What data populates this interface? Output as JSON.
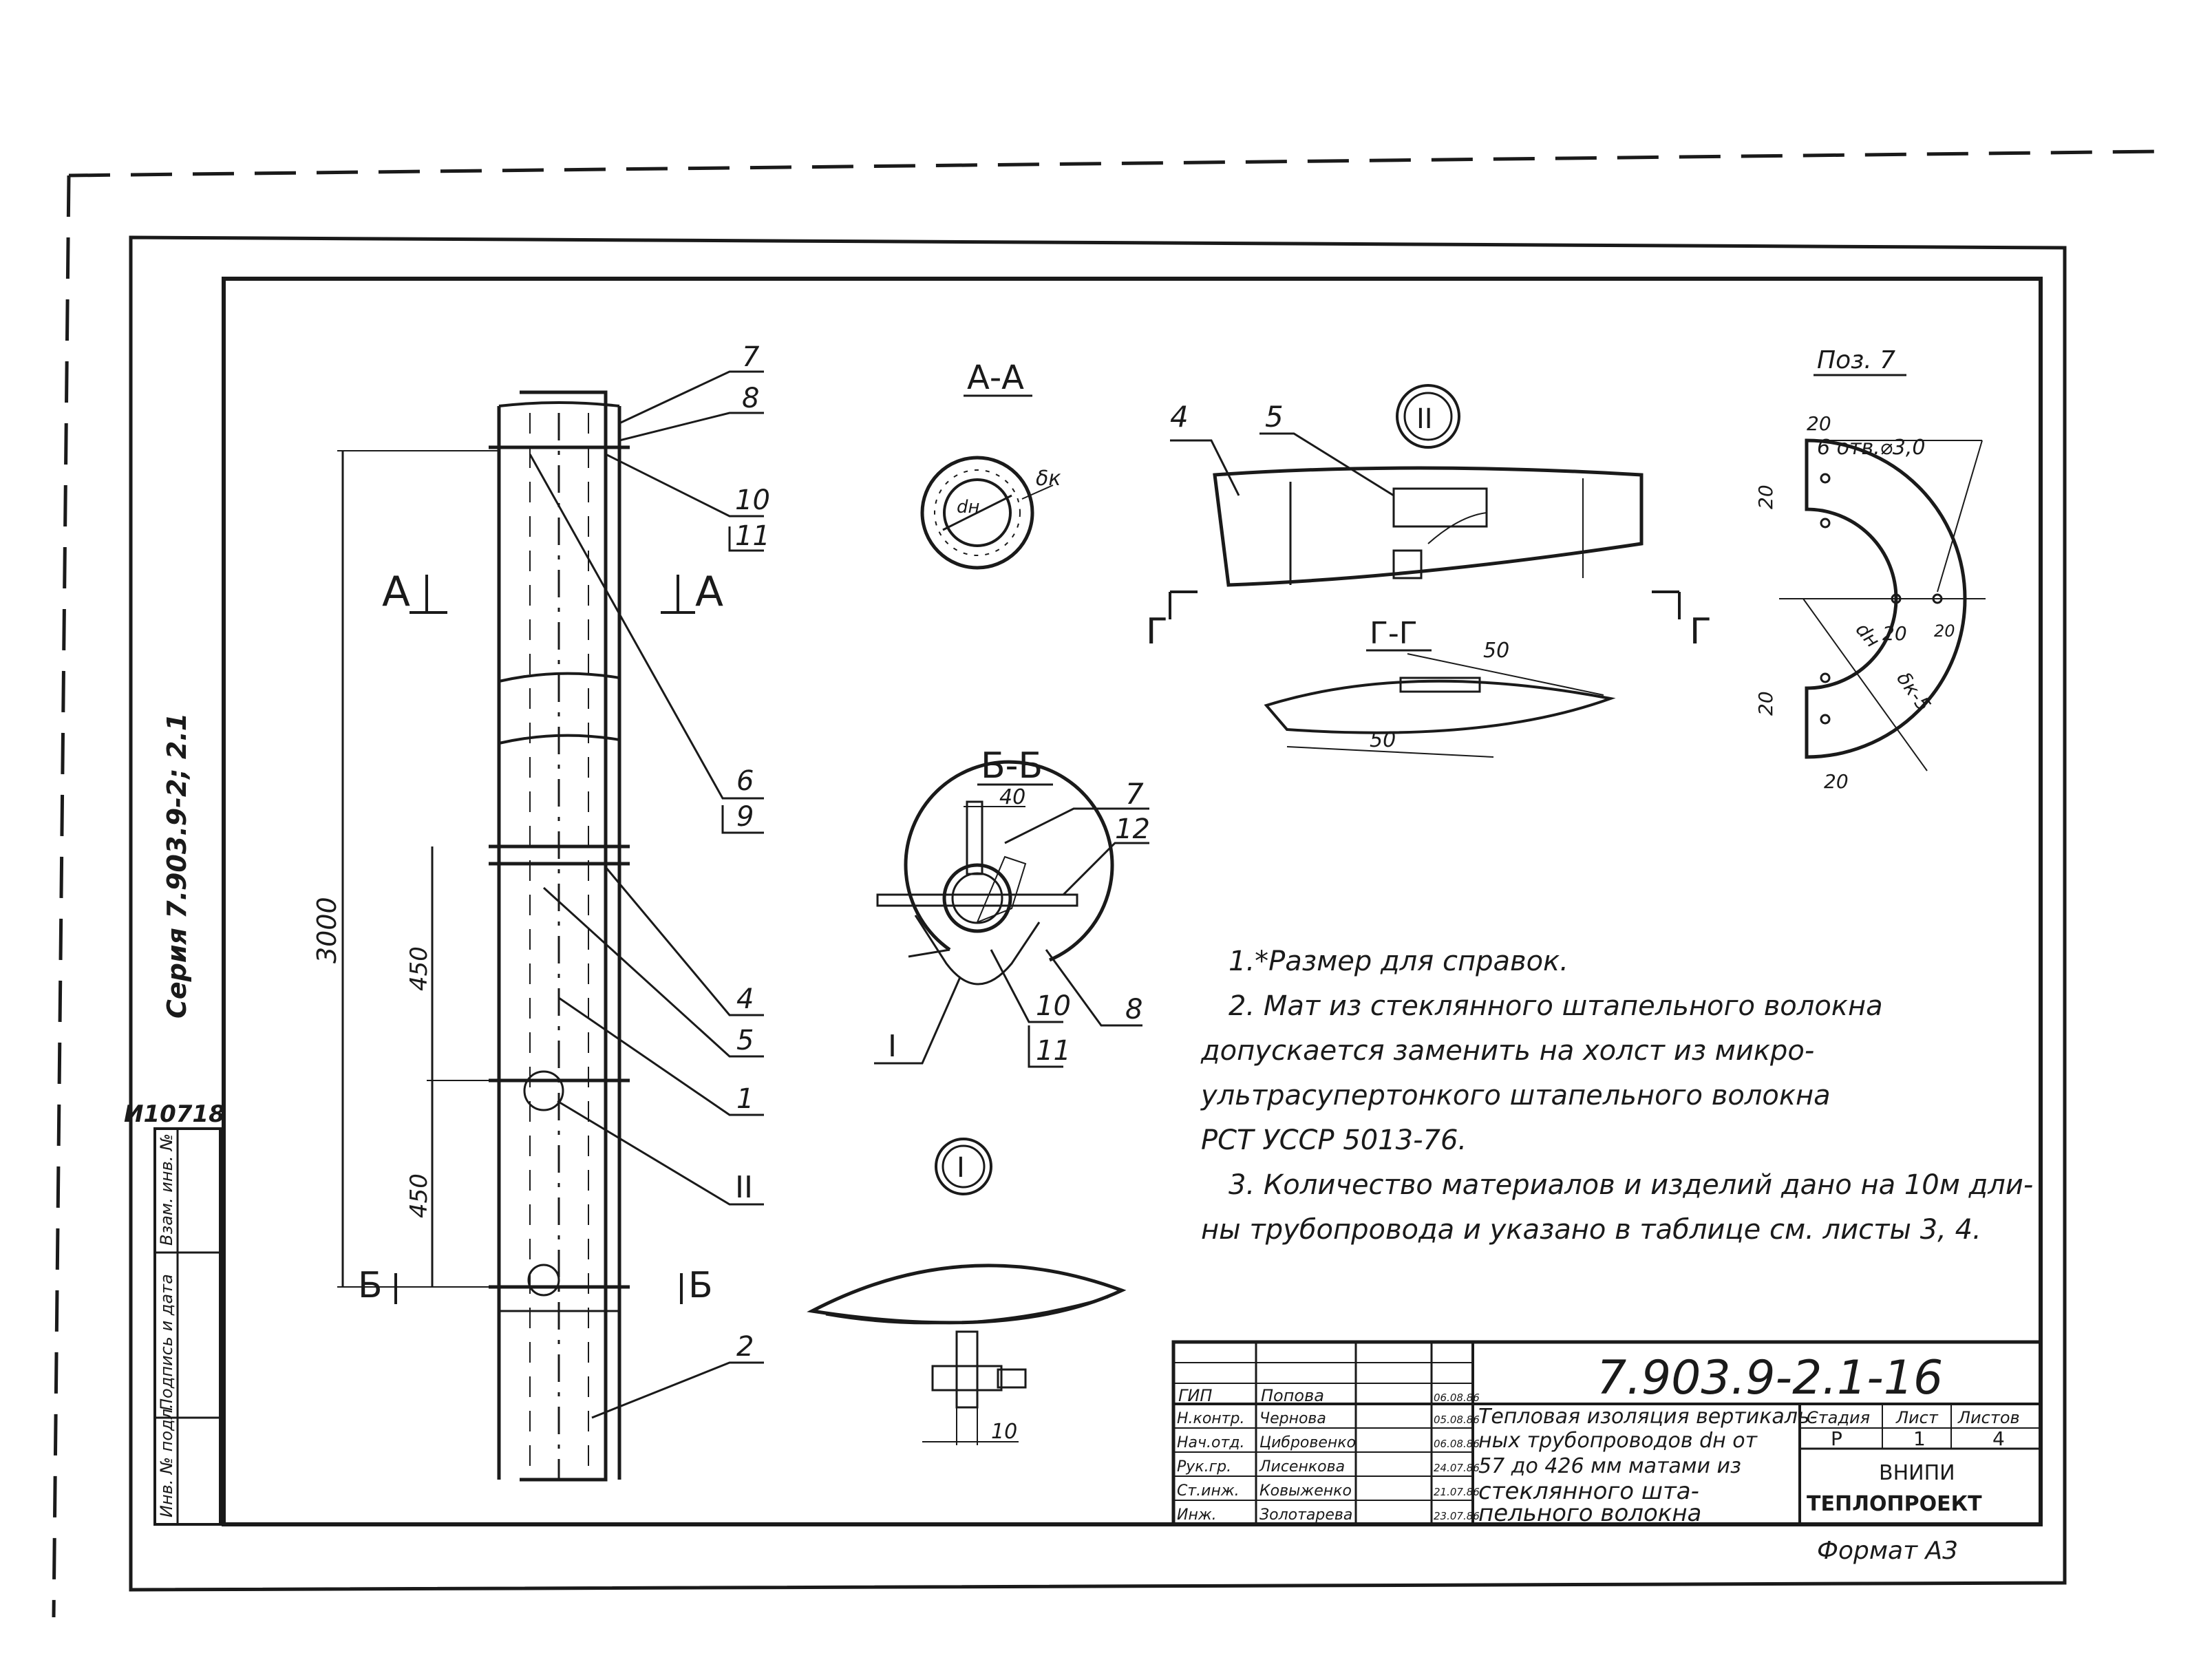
{
  "series_label": "Серия 7.903.9-2; 2.1",
  "archive_no": "И10718",
  "pos_label": "Поз. 7",
  "sections": {
    "aa": "А-А",
    "bb": "Б-Б",
    "gg": "Г-Г",
    "node1": "I",
    "node2": "II",
    "cut_a": "А",
    "cut_b": "Б",
    "cut_g": "Г"
  },
  "callouts": [
    "7",
    "8",
    "10",
    "11",
    "6",
    "9",
    "4",
    "5",
    "1",
    "II",
    "2",
    "7",
    "12",
    "10",
    "11",
    "8",
    "I",
    "4",
    "5"
  ],
  "dims": {
    "total": "3000",
    "span1": "450",
    "span2": "450",
    "d50": "50",
    "d50b": "50",
    "d40": "40",
    "d10": "10",
    "d20a": "20",
    "d20b": "20",
    "d20c": "20",
    "d20d": "20",
    "d20e": "20",
    "d20f": "20",
    "holes": "6 отв.⌀3,0",
    "dn": "dн",
    "dk5": "δк-5",
    "dk": "δк",
    "dnaa": "dн"
  },
  "notes": [
    "1.*Размер для справок.",
    "2. Мат из стеклянного штапельного волокна",
    "допускается заменить на холст из микро-",
    "ультрасупертонкого штапельного волокна",
    "РСТ УССР 5013-76.",
    "3. Количество материалов и изделий дано на 10м дли-",
    "ны трубопровода и указано в таблице см. листы 3, 4."
  ],
  "side_stamp": [
    "Инв. № подл.",
    "Подпись и дата",
    "Взам. инв. №"
  ],
  "title_block": {
    "doc_code": "7.903.9-2.1-16",
    "title_lines": [
      "Тепловая изоляция вертикаль-",
      "ных трубопроводов dн от",
      "57 до 426 мм матами из",
      "стеклянного шта-",
      "пельного волокна"
    ],
    "stage_header": "Стадия",
    "sheet_header": "Лист",
    "sheets_header": "Листов",
    "stage": "Р",
    "sheet": "1",
    "sheets": "4",
    "org1": "ВНИПИ",
    "org2": "ТЕПЛОПРОЕКТ",
    "format": "Формат А3",
    "people": [
      {
        "role": "ГИП",
        "name": "Попова",
        "date": "06.08.86"
      },
      {
        "role": "Н.контр.",
        "name": "Чернова",
        "date": "05.08.86"
      },
      {
        "role": "Нач.отд.",
        "name": "Цибровенко",
        "date": "06.08.86"
      },
      {
        "role": "Рук.гр.",
        "name": "Лисенкова",
        "date": "24.07.86"
      },
      {
        "role": "Ст.инж.",
        "name": "Ковыженко",
        "date": "21.07.86"
      },
      {
        "role": "Инж.",
        "name": "Золотарева",
        "date": "23.07.86"
      }
    ]
  }
}
